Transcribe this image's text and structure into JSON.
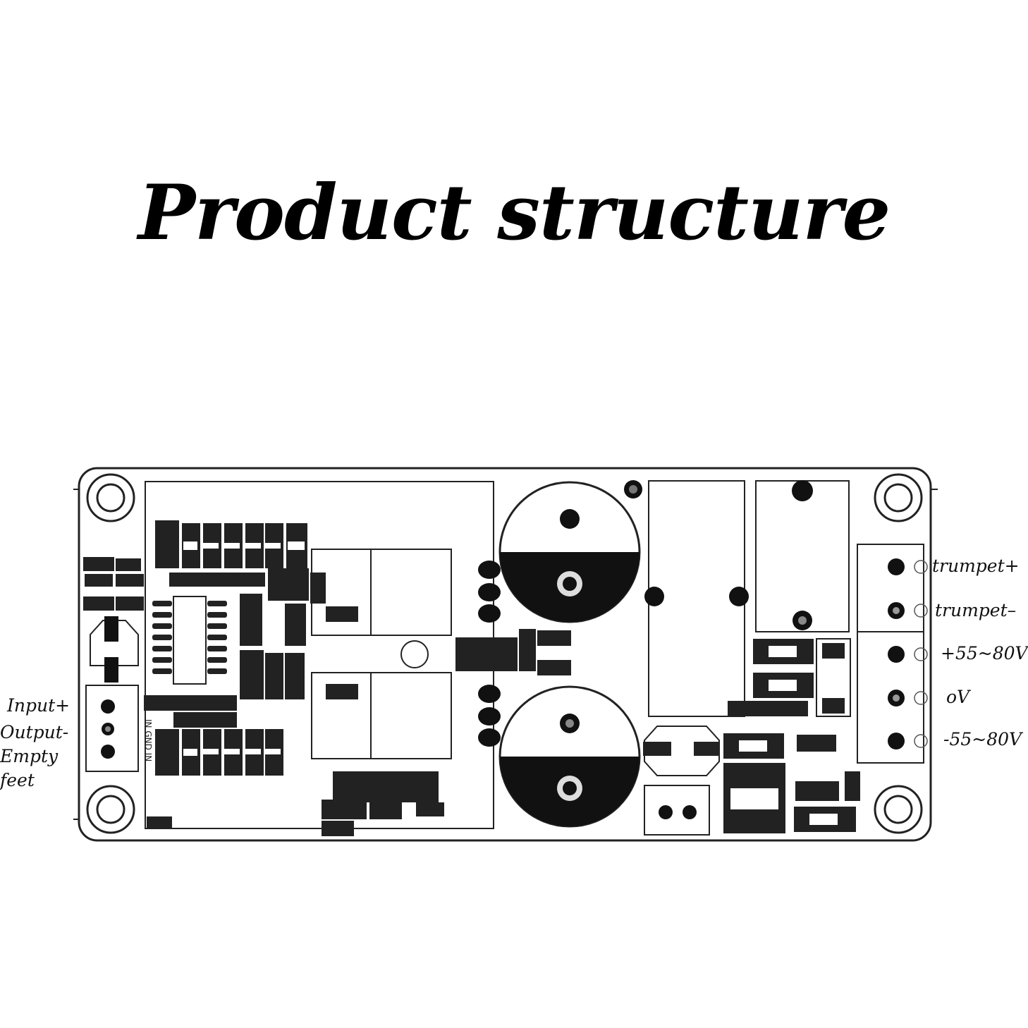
{
  "title": "Product structure",
  "left_labels": {
    "input": "Input+",
    "output": "Output-",
    "empty": "Empty",
    "feet": "feet"
  },
  "right_labels": {
    "speaker_pos": "trumpet+",
    "speaker_neg": "trumpet–",
    "v_pos": "+55~80V",
    "v_zero": "oV",
    "v_neg": "-55~80V"
  },
  "board_silkscreen": "IN GND IN"
}
